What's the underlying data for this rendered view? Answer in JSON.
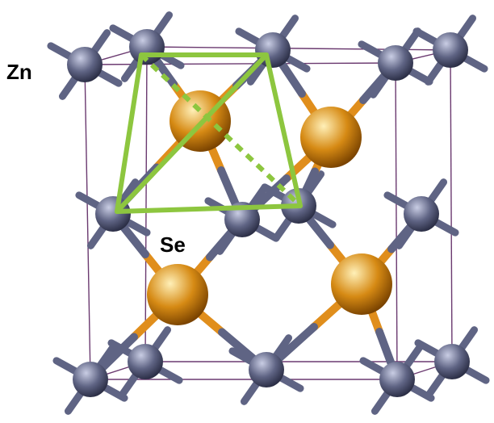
{
  "labels": {
    "zn": "Zn",
    "se": "Se"
  },
  "colors": {
    "zn_atom": "#5f6484",
    "zn_highlight": "#c9cde4",
    "zn_bond": "#5f6484",
    "se_atom": "#d68a14",
    "se_highlight": "#fff0b8",
    "se_bond": "#e08e1c",
    "cell_edge": "#6b3a70",
    "tetrahedron": "#8dc63f",
    "background": "#ffffff"
  },
  "legend": [
    "Zn",
    "Se"
  ]
}
